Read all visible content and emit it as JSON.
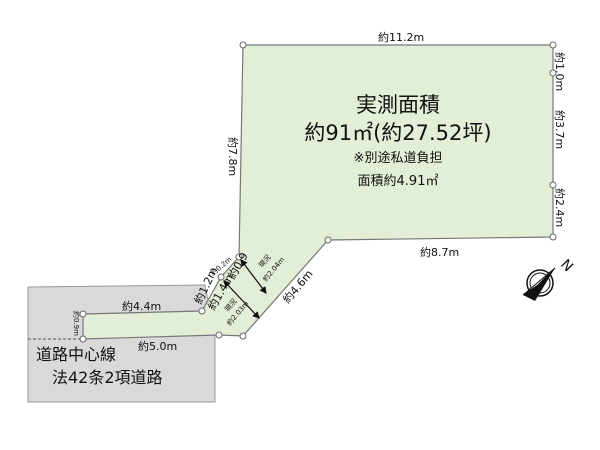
{
  "colors": {
    "lot_fill": "#e2eed6",
    "road_fill": "#d9d9d9",
    "line": "#777777"
  },
  "area": {
    "title": "実測面積",
    "total": "約91㎡(約27.52坪)",
    "note": "※別途私道負担",
    "private_road_area": "面積約4.91㎡"
  },
  "dimensions": {
    "top": "約11.2m",
    "right_1": "約1.0m",
    "right_2": "約3.7m",
    "right_3": "約2.4m",
    "bottom_right": "約8.7m",
    "left_upper": "約7.8m",
    "diagonal": "約4.6m",
    "passage_top": "約4.4m",
    "passage_bottom": "約5.0m",
    "passage_end": "約0.9m",
    "step_1": "約1.2m",
    "step_2": "約0.2m",
    "step_3": "約1.4m",
    "step_4": "約0.9",
    "current_width_1_label": "現況",
    "current_width_1": "約2.04m",
    "current_width_2_label": "現況",
    "current_width_2": "約2.03m"
  },
  "road": {
    "centerline": "道路中心線",
    "type": "法42条2項道路"
  },
  "compass": {
    "icon": "north-arrow-icon",
    "label": "N"
  }
}
